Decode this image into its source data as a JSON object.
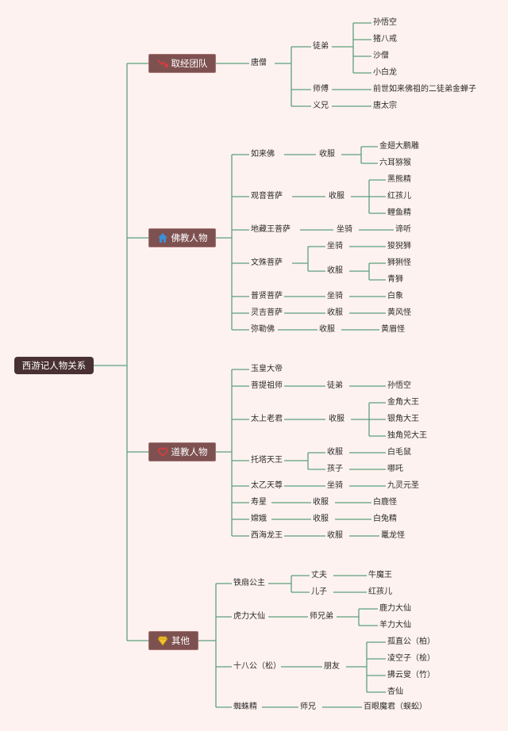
{
  "root": "西游记人物关系",
  "categories": [
    {
      "label": "取经团队",
      "icon": "trending-down-icon"
    },
    {
      "label": "佛教人物",
      "icon": "home-icon"
    },
    {
      "label": "道教人物",
      "icon": "heart-icon"
    },
    {
      "label": "其他",
      "icon": "gem-icon"
    }
  ],
  "team": {
    "tangseng": "唐僧",
    "disciple_label": "徒弟",
    "disciples": [
      "孙悟空",
      "猪八戒",
      "沙僧",
      "小白龙"
    ],
    "master_label": "师傅",
    "master": "前世如来佛祖的二徒弟金蝉子",
    "brother_label": "义兄",
    "brother": "唐太宗"
  },
  "buddhist": {
    "rulai": "如来佛",
    "rulai_rel": "收服",
    "rulai_targets": [
      "金翅大鹏雕",
      "六耳猕猴"
    ],
    "guanyin": "观音菩萨",
    "guanyin_rel": "收服",
    "guanyin_targets": [
      "黑熊精",
      "红孩儿",
      "鲤鱼精"
    ],
    "dizang": "地藏王菩萨",
    "dizang_rel": "坐骑",
    "dizang_target": "谛听",
    "wenshu": "文殊菩萨",
    "wenshu_rel1": "坐骑",
    "wenshu_target1": "狻猊狮",
    "wenshu_rel2": "收服",
    "wenshu_targets2": [
      "狮猁怪",
      "青狮"
    ],
    "puxian": "普贤菩萨",
    "puxian_rel": "坐骑",
    "puxian_target": "白象",
    "lingji": "灵吉菩萨",
    "lingji_rel": "收服",
    "lingji_target": "黄风怪",
    "mile": "弥勒佛",
    "mile_rel": "收服",
    "mile_target": "黄眉怪"
  },
  "taoist": {
    "yuhuang": "玉皇大帝",
    "puti": "菩提祖师",
    "puti_rel": "徒弟",
    "puti_target": "孙悟空",
    "laojun": "太上老君",
    "laojun_rel": "收服",
    "laojun_targets": [
      "金角大王",
      "银角大王",
      "独角兕大王"
    ],
    "tuota": "托塔天王",
    "tuota_rel1": "收服",
    "tuota_target1": "白毛鼠",
    "tuota_rel2": "孩子",
    "tuota_target2": "哪吒",
    "taiyi": "太乙天尊",
    "taiyi_rel": "坐骑",
    "taiyi_target": "九灵元圣",
    "shouxing": "寿星",
    "shouxing_rel": "收服",
    "shouxing_target": "白鹿怪",
    "change": "嫦娥",
    "change_rel": "收服",
    "change_target": "白兔精",
    "xihai": "西海龙王",
    "xihai_rel": "收服",
    "xihai_target": "鼍龙怪"
  },
  "others": {
    "tieshan": "铁扇公主",
    "tieshan_rel1": "丈夫",
    "tieshan_target1": "牛魔王",
    "tieshan_rel2": "儿子",
    "tieshan_target2": "红孩儿",
    "huli": "虎力大仙",
    "huli_rel": "师兄弟",
    "huli_targets": [
      "鹿力大仙",
      "羊力大仙"
    ],
    "shiba": "十八公（松）",
    "shiba_rel": "朋友",
    "shiba_targets": [
      "孤直公（柏）",
      "凌空子（桧）",
      "拂云叟（竹）",
      "杏仙"
    ],
    "zhizhu": "蜘蛛精",
    "zhizhu_rel": "师兄",
    "zhizhu_target": "百眼魔君（蜈蚣）"
  },
  "colors": {
    "line": "#5e9e7e",
    "background": "#fdf2ef",
    "root": "#4a3131",
    "category": "#7e5151"
  }
}
